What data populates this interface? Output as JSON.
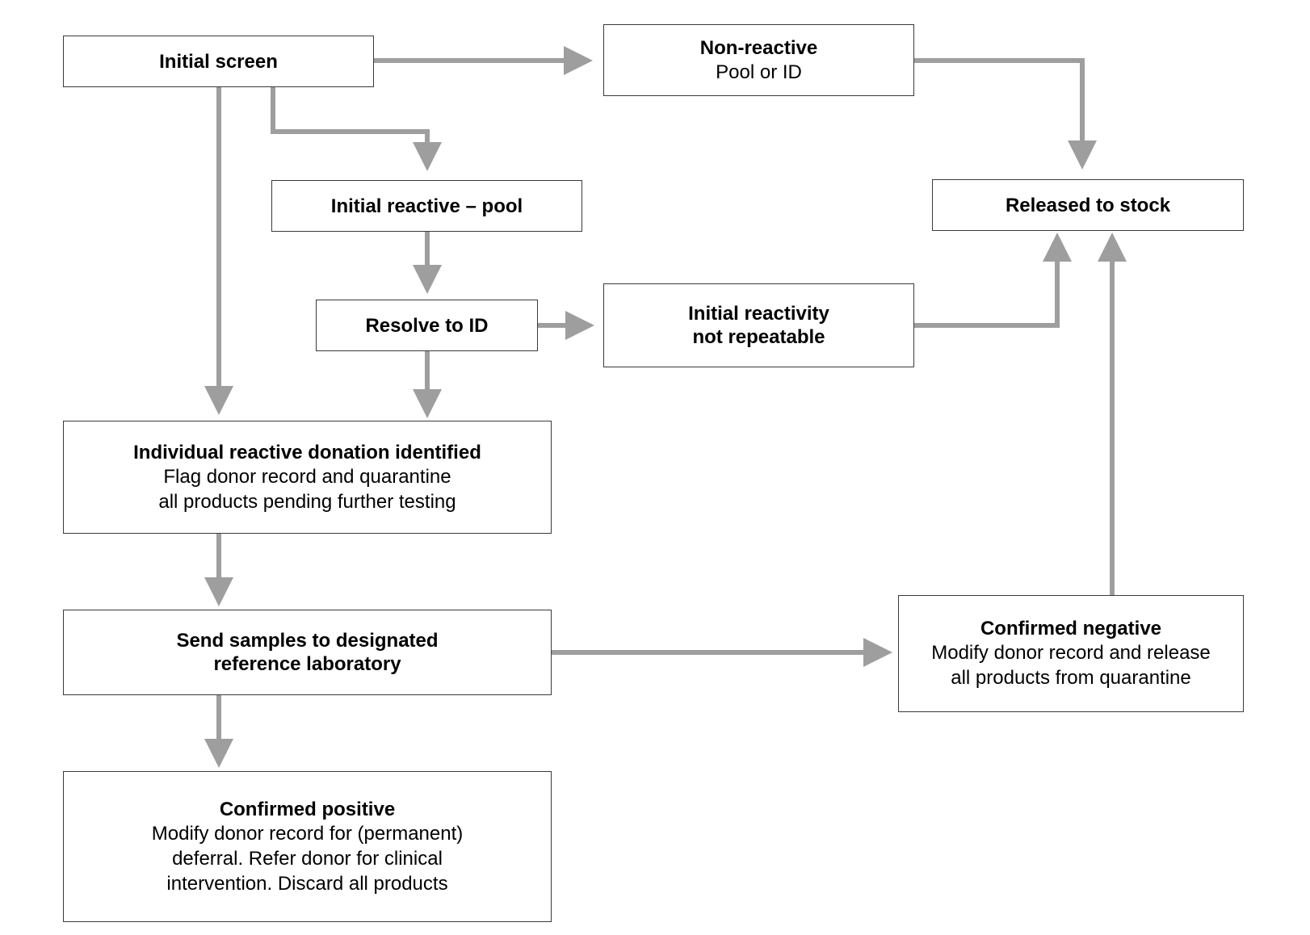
{
  "colors": {
    "arrow": "#9e9e9e",
    "box_border": "#3a3a3a"
  },
  "nodes": {
    "initial_screen": {
      "title": "Initial screen",
      "desc": ""
    },
    "non_reactive": {
      "title": "Non-reactive",
      "desc": "Pool or ID"
    },
    "released_to_stock": {
      "title": "Released to stock",
      "desc": ""
    },
    "initial_reactive_pool": {
      "title": "Initial reactive – pool",
      "desc": ""
    },
    "resolve_to_id": {
      "title": "Resolve to ID",
      "desc": ""
    },
    "initial_reactivity_not_repeatable": {
      "title": "Initial reactivity\nnot repeatable",
      "desc": ""
    },
    "individual_reactive_donation": {
      "title": "Individual reactive donation identified",
      "desc": "Flag donor record and quarantine\nall products pending further testing"
    },
    "send_samples": {
      "title": "Send samples to designated\nreference laboratory",
      "desc": ""
    },
    "confirmed_negative": {
      "title": "Confirmed negative",
      "desc": "Modify donor record and release\nall products from quarantine"
    },
    "confirmed_positive": {
      "title": "Confirmed positive",
      "desc": "Modify donor record for (permanent)\ndeferral. Refer donor for clinical\nintervention. Discard all products"
    }
  }
}
